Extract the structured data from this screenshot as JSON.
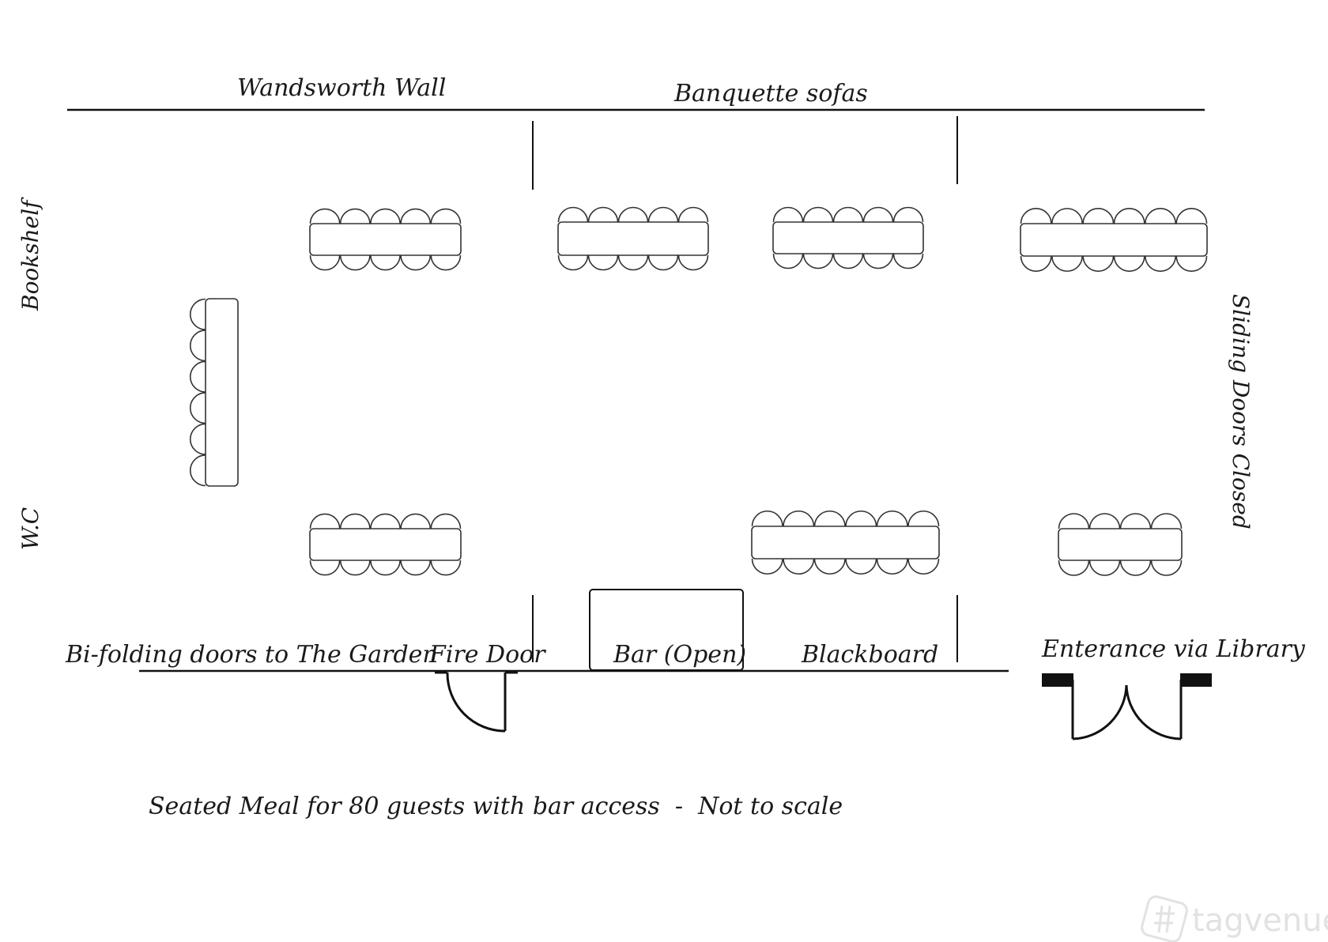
{
  "labels": {
    "wandsworth_wall": "Wandsworth Wall",
    "banquette_sofas": "Banquette sofas",
    "bookshelf": "Bookshelf",
    "wc": "W.C",
    "sliding_doors": "Sliding Doors Closed",
    "bifolding_doors": "Bi-folding doors to The Garden",
    "fire_door": "Fire Door",
    "bar": "Bar (Open)",
    "blackboard": "Blackboard",
    "entrance": "Enterance via Library",
    "caption": "Seated Meal for 80 guests with bar access  -  Not to scale"
  },
  "watermark": {
    "text": "tagvenue"
  },
  "tables": [
    {
      "name": "table-top-1",
      "chairs_per_side": 5,
      "orientation": "horizontal"
    },
    {
      "name": "table-top-2",
      "chairs_per_side": 5,
      "orientation": "horizontal"
    },
    {
      "name": "table-top-3",
      "chairs_per_side": 5,
      "orientation": "horizontal"
    },
    {
      "name": "table-top-4",
      "chairs_per_side": 6,
      "orientation": "horizontal"
    },
    {
      "name": "table-left-vertical",
      "chairs_per_side": 6,
      "orientation": "vertical"
    },
    {
      "name": "table-bottom-1",
      "chairs_per_side": 5,
      "orientation": "horizontal"
    },
    {
      "name": "table-bottom-2",
      "chairs_per_side": 6,
      "orientation": "horizontal"
    },
    {
      "name": "table-bottom-3",
      "chairs_per_side": 4,
      "orientation": "horizontal"
    }
  ]
}
